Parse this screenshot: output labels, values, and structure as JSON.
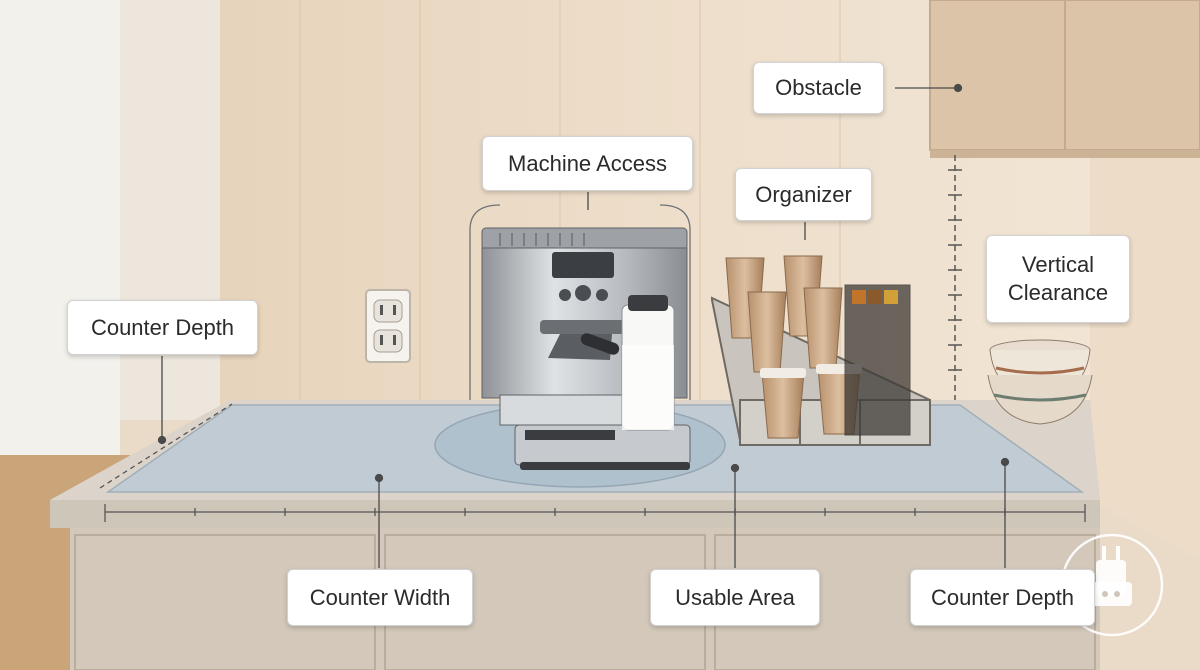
{
  "labels": {
    "obstacle": "Obstacle",
    "machine_access": "Machine Access",
    "organizer": "Organizer",
    "vertical_clearance": "Vertical\nClearance",
    "counter_depth_left": "Counter Depth",
    "counter_width": "Counter Width",
    "usable_area": "Usable Area",
    "counter_depth_right": "Counter Depth"
  },
  "icons": {
    "brand": "plug-robot-logo-icon",
    "outlet": "wall-outlet-icon",
    "espresso": "espresso-machine-icon",
    "cups": "paper-cup-icon",
    "bowls": "bowl-stack-icon"
  },
  "colors": {
    "wall": "#e8d6bf",
    "counter_top": "#d9d2c8",
    "usable_area": "#b9c9d6",
    "cabinet": "#cfc2b1",
    "guide_line": "#4a4a4a"
  }
}
